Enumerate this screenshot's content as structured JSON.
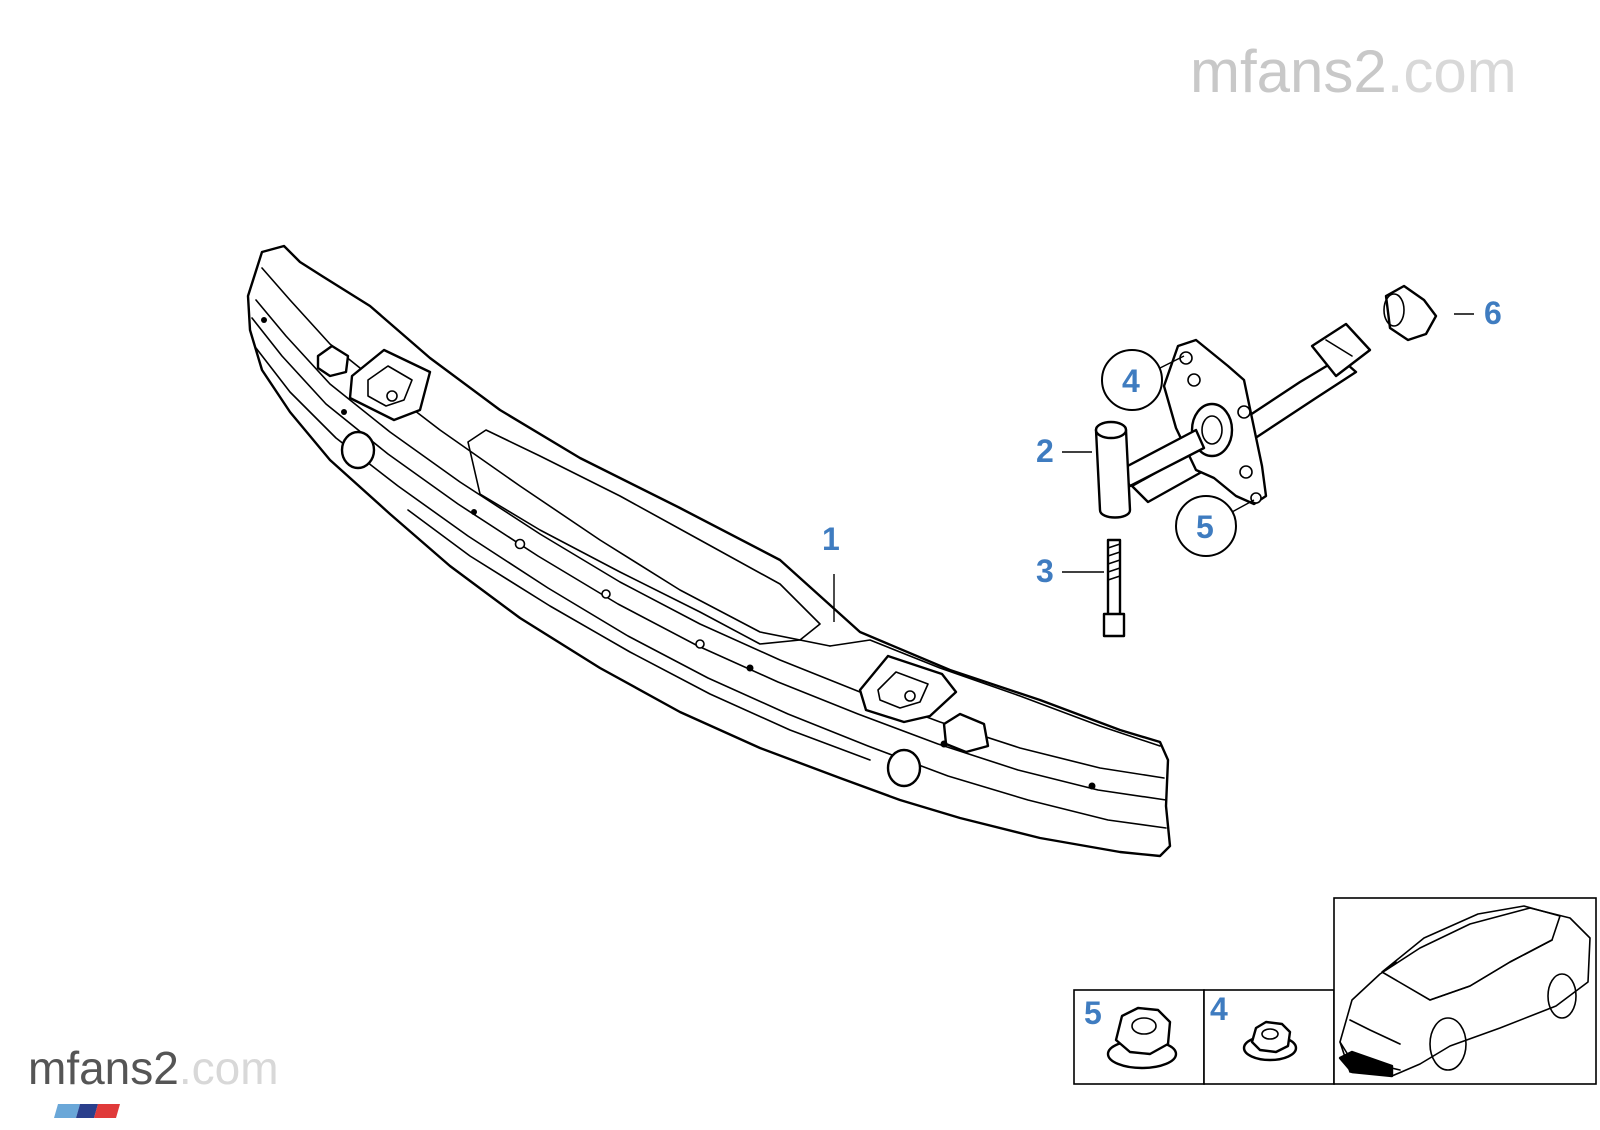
{
  "watermark": {
    "top": {
      "main": "mfans2",
      "suffix": ".com"
    },
    "bottom": {
      "main": "mfans2",
      "suffix": ".com"
    }
  },
  "callouts": {
    "part_1": "1",
    "part_2": "2",
    "part_3": "3",
    "part_4": "4",
    "part_5": "5",
    "part_6": "6"
  },
  "legend": {
    "nut_5_label": "5",
    "nut_4_label": "4"
  },
  "colors": {
    "callout": "#3f7cc0",
    "watermark": "#c8c8c8",
    "line": "#000000"
  }
}
